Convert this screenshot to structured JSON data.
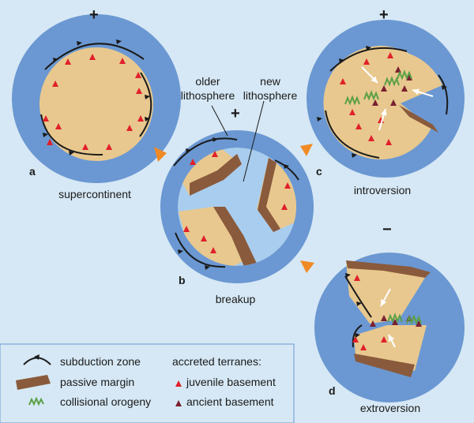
{
  "panels": {
    "a": {
      "letter": "a",
      "title": "supercontinent",
      "sign": "+"
    },
    "b": {
      "letter": "b",
      "title": "breakup",
      "sign": "+"
    },
    "c": {
      "letter": "c",
      "title": "introversion",
      "sign": "+"
    },
    "d": {
      "letter": "d",
      "title": "extroversion",
      "sign": "−"
    }
  },
  "callouts": {
    "older": [
      "older",
      "lithosphere"
    ],
    "new": [
      "new",
      "lithosphere"
    ]
  },
  "legend": {
    "subduction": "subduction zone",
    "passive": "passive margin",
    "orogeny": "collisional orogeny",
    "accreted_title": "accreted terranes:",
    "juvenile": "juvenile basement",
    "ancient": "ancient basement"
  },
  "colors": {
    "background": "#d6e8f5",
    "ocean": "#6b98d2",
    "new_ocean": "#a9cdee",
    "continent": "#e8c88e",
    "passive_margin": "#8a5a3c",
    "juvenile": "#e0202a",
    "ancient": "#7a2030",
    "orogeny": "#5aa046",
    "arrow": "#f08a24",
    "subduction": "#1a1a1a"
  }
}
